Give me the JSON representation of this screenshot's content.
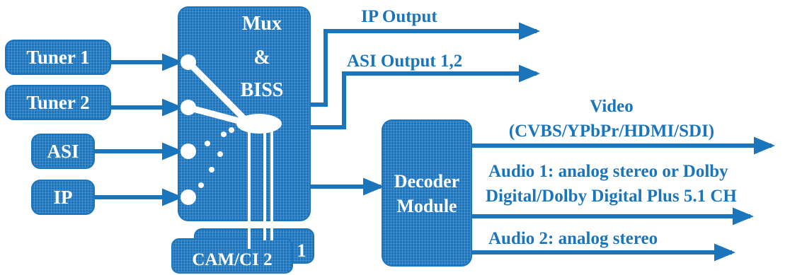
{
  "colors": {
    "primary": "#1b75bc",
    "dark": "#0d4f8a",
    "grid": "#5aa0dd",
    "white": "#ffffff"
  },
  "inputs": {
    "tuner1": "Tuner 1",
    "tuner2": "Tuner 2",
    "asi": "ASI",
    "ip": "IP"
  },
  "mux": {
    "line1": "Mux",
    "line2": "&",
    "line3": "BISS"
  },
  "cam": {
    "back_label": "1",
    "front_label": "CAM/CI 2"
  },
  "decoder": {
    "line1": "Decoder",
    "line2": "Module"
  },
  "outputs": {
    "ip_output": "IP Output",
    "asi_output": "ASI Output 1,2",
    "video_line1": "Video",
    "video_line2": "(CVBS/YPbPr/HDMI/SDI)",
    "audio1_line1": "Audio 1: analog stereo or Dolby",
    "audio1_line2": "Digital/Dolby Digital Plus 5.1 CH",
    "audio2": "Audio 2: analog stereo"
  }
}
